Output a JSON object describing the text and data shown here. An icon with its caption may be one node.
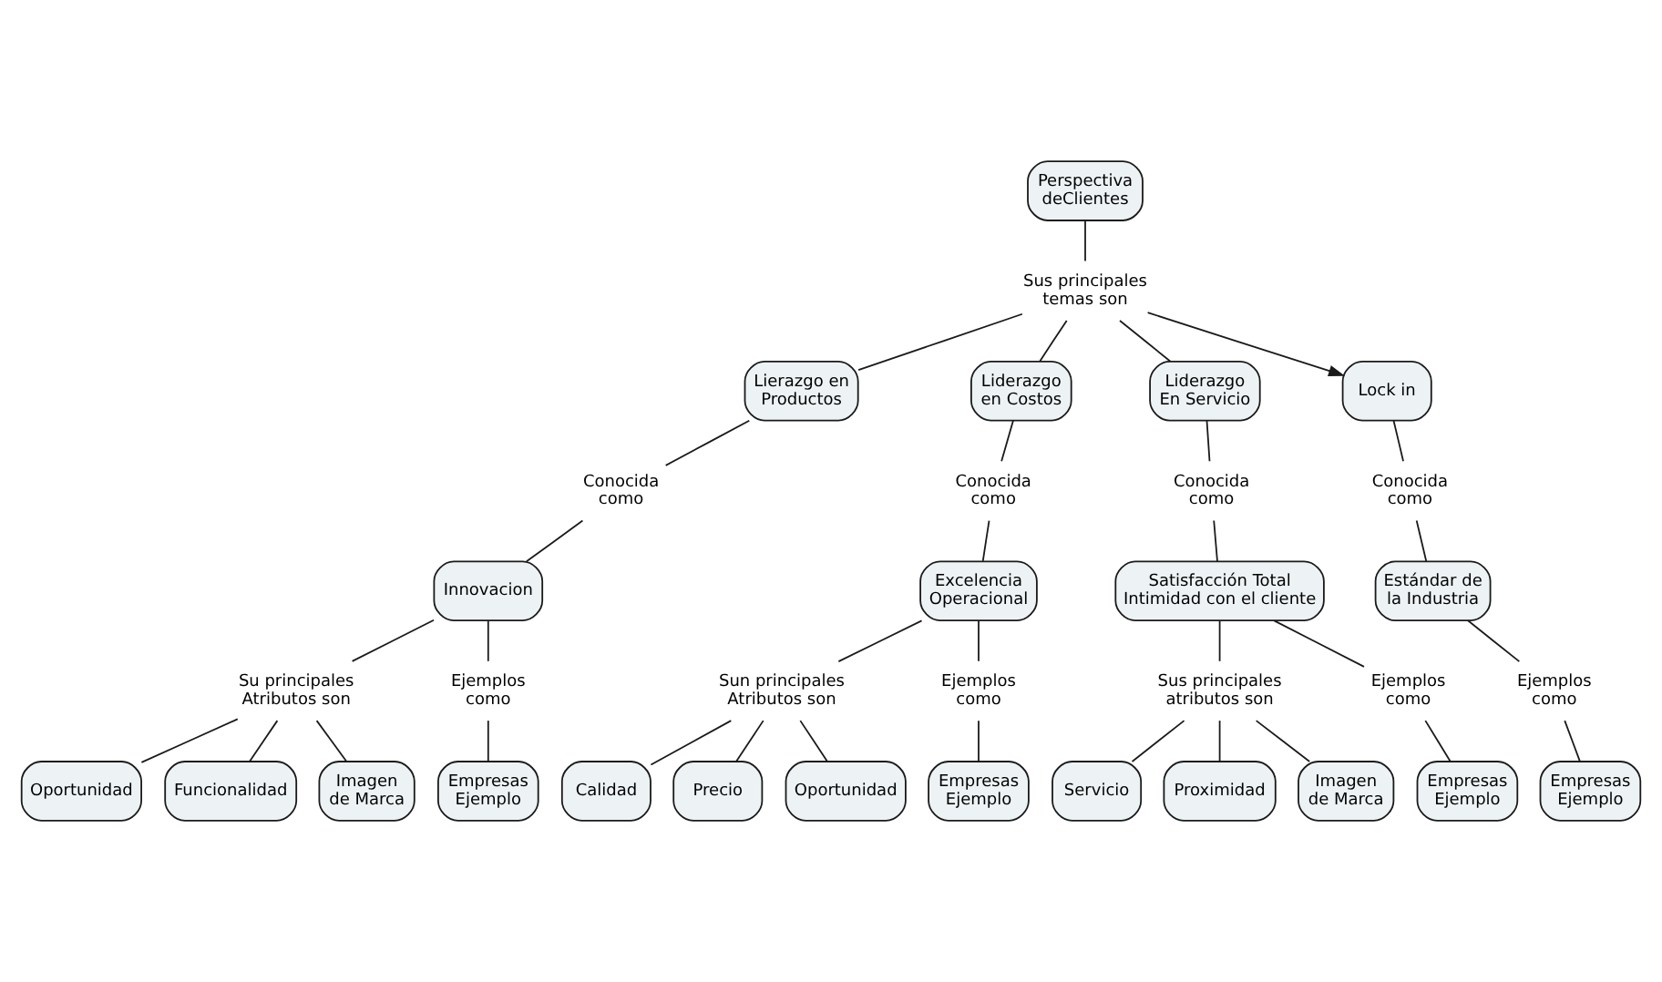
{
  "diagram": {
    "nodes": [
      {
        "text": [
          "Perspectiva deClientes"
        ]
      },
      {
        "text": [
          "Sus principales temas son"
        ]
      },
      {
        "text": [
          "Lierazgo en Productos"
        ]
      },
      {
        "text": [
          "Conocida como"
        ]
      },
      {
        "text": [
          "Innovacion"
        ]
      },
      {
        "text": [
          "Su principales Atributos son"
        ]
      },
      {
        "text": [
          "Ejemplos como"
        ]
      },
      {
        "text": [
          "Oportunidad"
        ]
      },
      {
        "text": [
          "Funcionalidad"
        ]
      },
      {
        "text": [
          "Imagen de Marca"
        ]
      },
      {
        "text": [
          "Empresas Ejemplo"
        ]
      },
      {
        "text": [
          "Liderazgo en Costos"
        ]
      },
      {
        "text": [
          "Conocida como"
        ]
      },
      {
        "text": [
          "Excelencia Operacional"
        ]
      },
      {
        "text": [
          "Sun principales Atributos son"
        ]
      },
      {
        "text": [
          "Ejemplos como"
        ]
      },
      {
        "text": [
          "Calidad"
        ]
      },
      {
        "text": [
          "Precio"
        ]
      },
      {
        "text": [
          "Oportunidad"
        ]
      },
      {
        "text": [
          "Empresas Ejemplo"
        ]
      },
      {
        "text": [
          "Liderazgo En Servicio"
        ]
      },
      {
        "text": [
          "Conocida como"
        ]
      },
      {
        "text": [
          "Satisfacción Total Intimidad con el cliente"
        ]
      },
      {
        "text": [
          "Sus principales atributos son"
        ]
      },
      {
        "text": [
          "Ejemplos como"
        ]
      },
      {
        "text": [
          "Servicio"
        ]
      },
      {
        "text": [
          "Proximidad"
        ]
      },
      {
        "text": [
          "Imagen de Marca"
        ]
      },
      {
        "text": [
          "Empresas Ejemplo"
        ]
      },
      {
        "text": [
          "Lock in"
        ]
      },
      {
        "text": [
          "Conocida como"
        ]
      },
      {
        "text": [
          "Estándar de la Industria"
        ]
      },
      {
        "text": [
          "Ejemplos como"
        ]
      },
      {
        "text": [
          "Empresas Ejemplo"
        ]
      }
    ],
    "edges": [
      {
        "from": 0,
        "to": 1,
        "arrow": "none"
      },
      {
        "from": 1,
        "to": 2,
        "arrow": "none"
      },
      {
        "from": 1,
        "to": 11,
        "arrow": "none"
      },
      {
        "from": 1,
        "to": 20,
        "arrow": "none"
      },
      {
        "from": 1,
        "to": 29,
        "arrow": "to"
      },
      {
        "from": 2,
        "to": 3,
        "arrow": "none"
      },
      {
        "from": 3,
        "to": 4,
        "arrow": "none"
      },
      {
        "from": 4,
        "to": 5,
        "arrow": "none"
      },
      {
        "from": 4,
        "to": 6,
        "arrow": "none"
      },
      {
        "from": 5,
        "to": 7,
        "arrow": "none"
      },
      {
        "from": 5,
        "to": 8,
        "arrow": "none"
      },
      {
        "from": 5,
        "to": 9,
        "arrow": "none"
      },
      {
        "from": 6,
        "to": 10,
        "arrow": "none"
      },
      {
        "from": 11,
        "to": 12,
        "arrow": "none"
      },
      {
        "from": 12,
        "to": 13,
        "arrow": "none"
      },
      {
        "from": 13,
        "to": 14,
        "arrow": "none"
      },
      {
        "from": 13,
        "to": 15,
        "arrow": "none"
      },
      {
        "from": 14,
        "to": 16,
        "arrow": "none"
      },
      {
        "from": 14,
        "to": 17,
        "arrow": "none"
      },
      {
        "from": 14,
        "to": 18,
        "arrow": "none"
      },
      {
        "from": 15,
        "to": 19,
        "arrow": "none"
      },
      {
        "from": 20,
        "to": 21,
        "arrow": "none"
      },
      {
        "from": 21,
        "to": 22,
        "arrow": "none"
      },
      {
        "from": 22,
        "to": 23,
        "arrow": "none"
      },
      {
        "from": 22,
        "to": 24,
        "arrow": "none"
      },
      {
        "from": 23,
        "to": 25,
        "arrow": "none"
      },
      {
        "from": 23,
        "to": 26,
        "arrow": "none"
      },
      {
        "from": 23,
        "to": 27,
        "arrow": "none"
      },
      {
        "from": 24,
        "to": 28,
        "arrow": "none"
      },
      {
        "from": 29,
        "to": 30,
        "arrow": "none"
      },
      {
        "from": 30,
        "to": 31,
        "arrow": "none"
      },
      {
        "from": 31,
        "to": 32,
        "arrow": "none"
      },
      {
        "from": 32,
        "to": 33,
        "arrow": "none"
      }
    ]
  }
}
